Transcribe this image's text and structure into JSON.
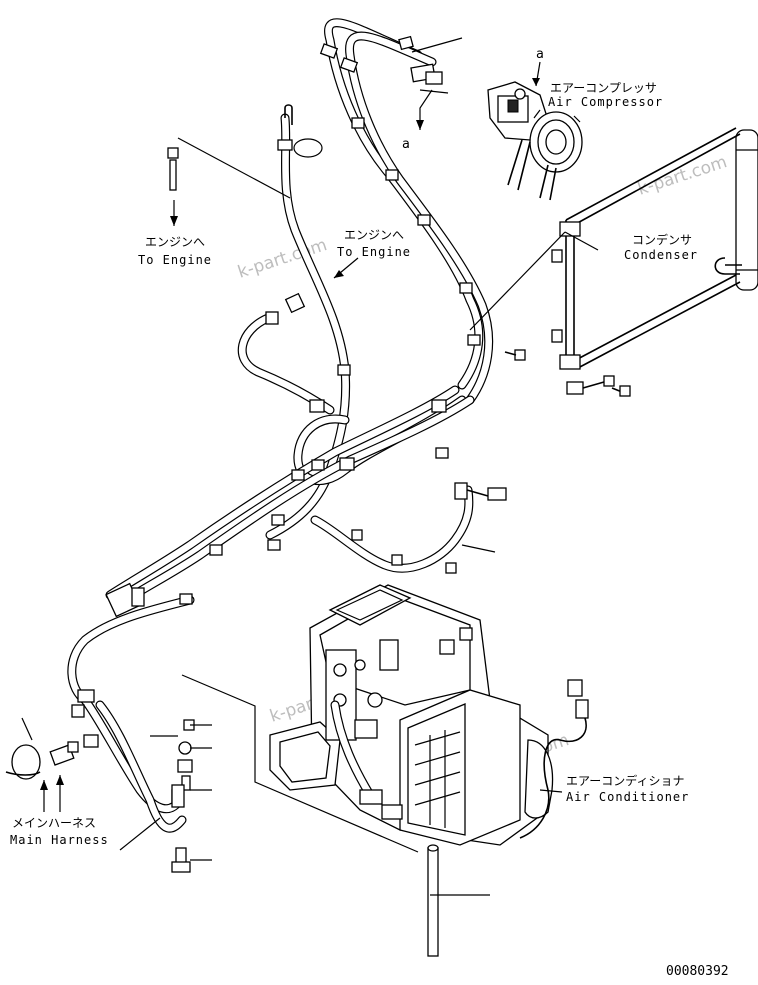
{
  "labels": {
    "marker_a_top": "a",
    "marker_a_left": "a",
    "compressor_jp": "エアーコンプレッサ",
    "compressor_en": "Air Compressor",
    "condenser_jp": "コンデンサ",
    "condenser_en": "Condenser",
    "engine1_jp": "エンジンへ",
    "engine1_en": "To Engine",
    "engine2_jp": "エンジンへ",
    "engine2_en": "To Engine",
    "aircon_jp": "エアーコンディショナ",
    "aircon_en": "Air Conditioner",
    "harness_jp": "メインハーネス",
    "harness_en": "Main Harness",
    "drawing_number": "00080392"
  },
  "watermarks": [
    "k-part.com",
    "k-part.com",
    "k-part.com",
    "k-part.com"
  ],
  "colors": {
    "line": "#000000",
    "background": "#ffffff",
    "watermark": "#bdbdbd"
  }
}
